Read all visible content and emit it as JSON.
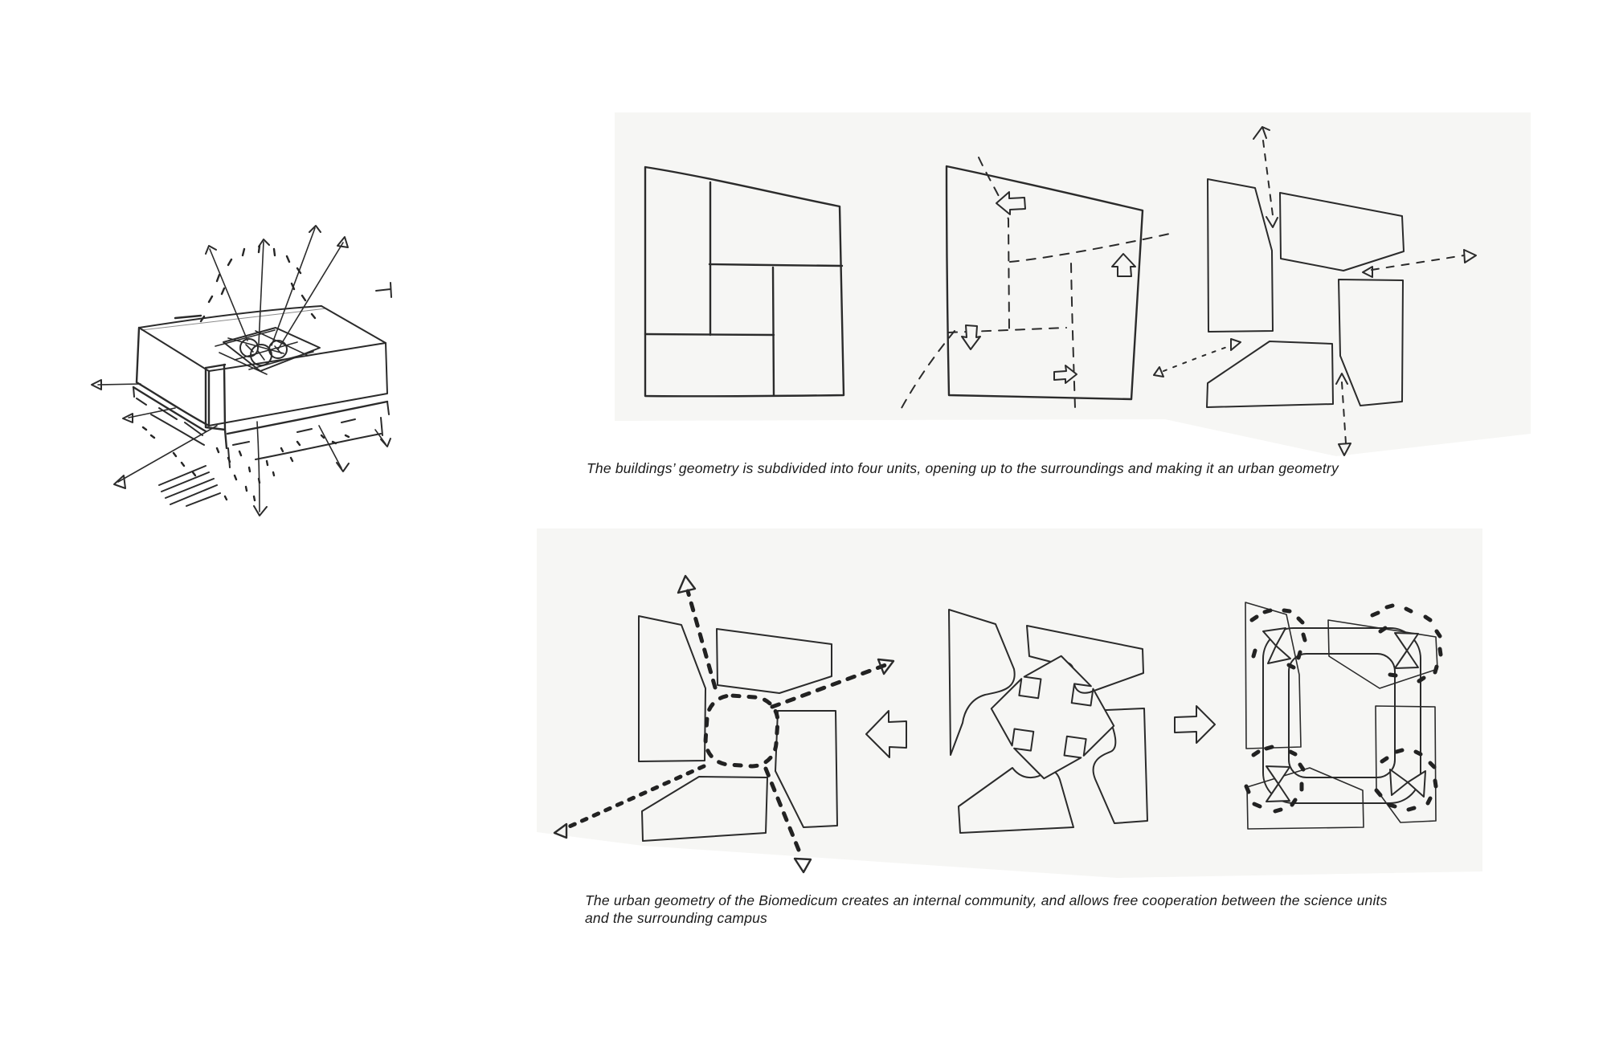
{
  "page": {
    "background_color": "#ffffff",
    "ink_color": "#2b2b2b",
    "panel_color": "#f6f6f4"
  },
  "sketch_3d": {
    "name": "building-mass-concept-sketch",
    "icon": "hand-drawn-axonometric-with-radiating-arrows"
  },
  "top_row": {
    "diagrams": [
      {
        "name": "pinwheel-subdivision-diagram"
      },
      {
        "name": "opening-directions-diagram"
      },
      {
        "name": "separated-units-diagram"
      }
    ],
    "caption": "The buildings’ geometry is subdivided into four units, opening up to the surroundings and making it an urban geometry"
  },
  "bottom_row": {
    "diagrams": [
      {
        "name": "internal-community-plaza-diagram"
      },
      {
        "name": "four-way-opening-cross-diagram"
      },
      {
        "name": "circulation-loop-diagram"
      }
    ],
    "caption_line1": "The urban geometry of the Biomedicum creates an internal community, and allows free cooperation between the science units",
    "caption_line2": "and the surrounding campus"
  }
}
